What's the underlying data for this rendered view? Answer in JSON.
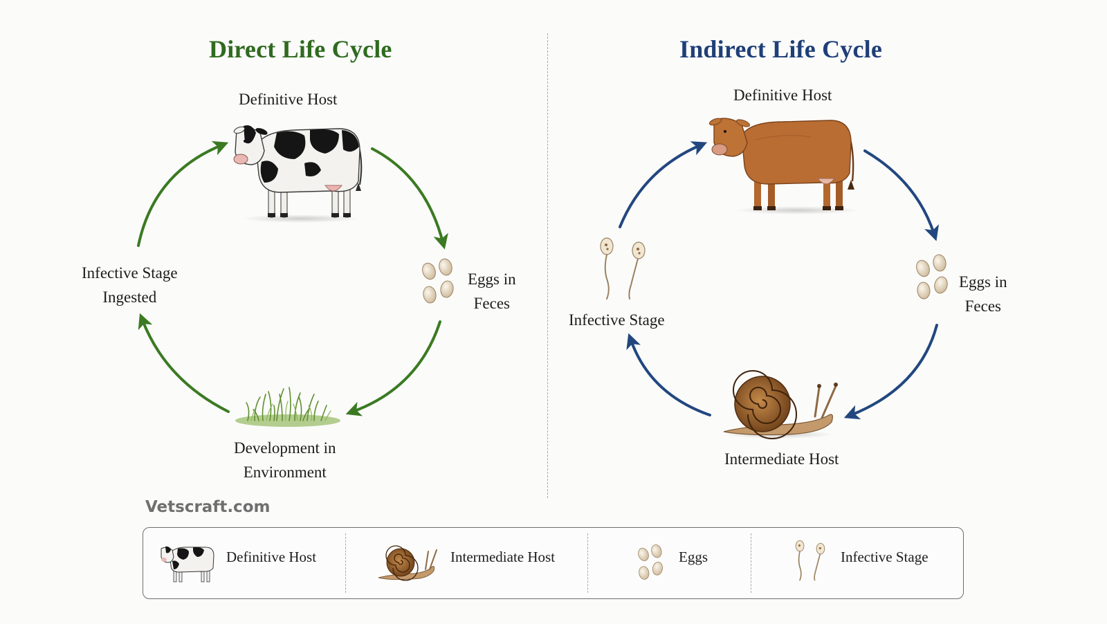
{
  "direct": {
    "title": "Direct Life Cycle",
    "title_color": "#2f6b1f",
    "arrow_color": "#3b7a22",
    "stages": {
      "host": "Definitive Host",
      "eggs_line1": "Eggs in",
      "eggs_line2": "Feces",
      "env_line1": "Development in",
      "env_line2": "Environment",
      "ingest_line1": "Infective Stage",
      "ingest_line2": "Ingested"
    }
  },
  "indirect": {
    "title": "Indirect Life Cycle",
    "title_color": "#1f3f78",
    "arrow_color": "#22477f",
    "stages": {
      "host": "Definitive Host",
      "eggs_line1": "Eggs in",
      "eggs_line2": "Feces",
      "intermediate": "Intermediate Host",
      "infective": "Infective Stage"
    }
  },
  "brand": "Vetscraft.com",
  "legend": {
    "items": [
      {
        "label": "Definitive Host",
        "icon": "cow-icon"
      },
      {
        "label": "Intermediate Host",
        "icon": "snail-icon"
      },
      {
        "label": "Eggs",
        "icon": "eggs-icon"
      },
      {
        "label": "Infective Stage",
        "icon": "larvae-icon"
      }
    ]
  }
}
